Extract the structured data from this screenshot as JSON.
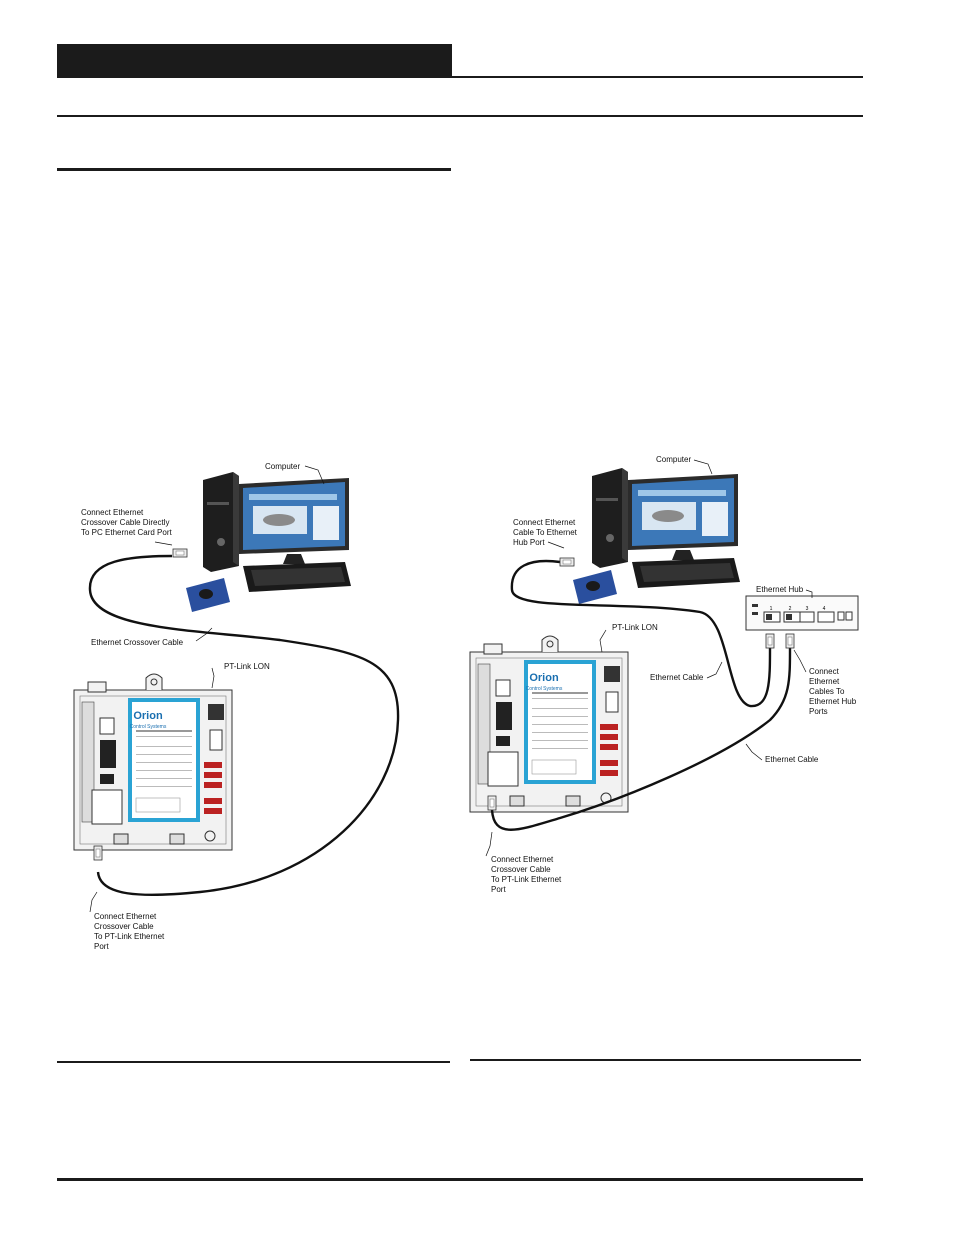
{
  "diagram_left": {
    "computer_label": "Computer",
    "pc_port_label": "Connect Ethernet\nCrossover Cable Directly\nTo PC Ethernet Card Port",
    "cable_label": "Ethernet Crossover Cable",
    "device_label": "PT-Link LON",
    "device_port_label": "Connect Ethernet\nCrossover Cable\nTo PT-Link Ethernet\nPort"
  },
  "diagram_right": {
    "computer_label": "Computer",
    "pc_port_label": "Connect Ethernet\nCable To Ethernet\nHub Port",
    "hub_label": "Ethernet Hub",
    "device_label": "PT-Link LON",
    "cable_label_1": "Ethernet Cable",
    "hub_ports_label": "Connect\nEthernet\nCables To\nEthernet Hub\nPorts",
    "cable_label_2": "Ethernet Cable",
    "device_port_label": "Connect Ethernet\nCrossover Cable\nTo PT-Link Ethernet\nPort",
    "hub_port_numbers": [
      "1",
      "2",
      "3",
      "4"
    ]
  },
  "device_card": {
    "brand": "Orion",
    "subtitle": "Control Systems"
  },
  "colors": {
    "rule": "#1b1b1b",
    "card_blue": "#2aa3d4",
    "monitor_screen": "#3c78b8",
    "mouse_pad": "#2a4f9e"
  }
}
